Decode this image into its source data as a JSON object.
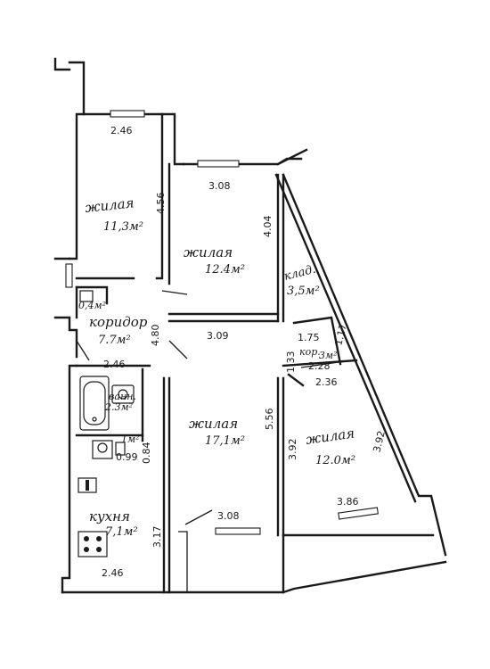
{
  "rooms": {
    "bedroom_top_left": {
      "name": "жилая",
      "area": "11,3м²"
    },
    "bedroom_center": {
      "name": "жилая",
      "area": "12.4м²"
    },
    "storage": {
      "name": "клад.",
      "area": "3,5м²"
    },
    "corridor_main": {
      "name": "коридор",
      "area": "7.7м²"
    },
    "corridor_small": {
      "name": "кор.",
      "area": "3м²"
    },
    "bathroom": {
      "name": "ванн.",
      "area": "2.3м²"
    },
    "wc": {
      "area": "0,4м²",
      "area2": "1м²"
    },
    "living_center": {
      "name": "жилая",
      "area": "17,1м²"
    },
    "bedroom_right": {
      "name": "жилая",
      "area": "12.0м²"
    },
    "kitchen": {
      "name": "кухня",
      "area": "7,1м²"
    }
  },
  "dimensions": {
    "d_246_top": "2.46",
    "d_456": "4.56",
    "d_308_top": "3.08",
    "d_404": "4.04",
    "d_309": "3.09",
    "d_480": "4.80",
    "d_246_bath": "2.46",
    "d_175": "1.75",
    "d_117": "1.17",
    "d_133": "1.33",
    "d_228": "2.28",
    "d_236": "2.36",
    "d_556": "5.56",
    "d_392_left": "3.92",
    "d_392_right": "3.92",
    "d_084": "0.84",
    "d_099": "0.99",
    "d_317": "3.17",
    "d_308_bottom": "3.08",
    "d_386": "3.86",
    "d_246_bottom": "2.46"
  }
}
